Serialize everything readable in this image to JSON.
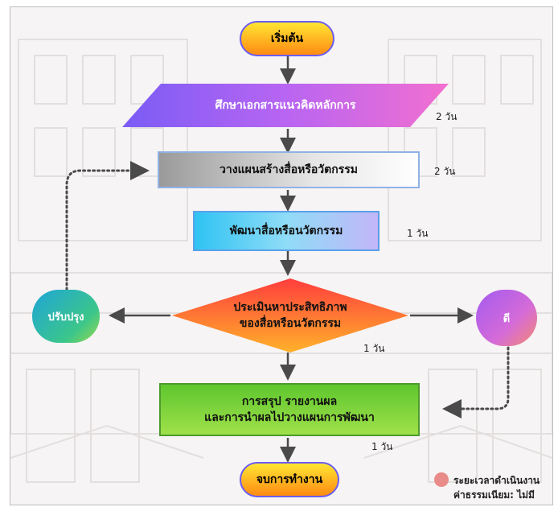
{
  "nodes": {
    "start": "เริ่มต้น",
    "study": "ศึกษาเอกสารแนวคิดหลักการ",
    "plan": "วางแผนสร้างสื่อหรือวัตกรรม",
    "develop": "พัฒนาสื่อหรือนวัตกรรม",
    "evaluate_line1": "ประเมินหาประสิทธิภาพ",
    "evaluate_line2": "ของสื่อหรือนวัตกรรม",
    "improve": "ปรับปรุง",
    "good": "ดี",
    "summary_line1": "การสรุป รายงานผล",
    "summary_line2": "และการนำผลไปวางแผนการพัฒนา",
    "end": "จบการทำงาน"
  },
  "durations": {
    "study": "2 วัน",
    "plan": "2 วัน",
    "develop": "1 วัน",
    "evaluate": "1 วัน",
    "summary": "1 วัน"
  },
  "legend": {
    "line1": "ระยะเวลาดำเนินงาน",
    "line2": "ค่าธรรมเนียม: ไม่มี"
  },
  "colors": {
    "arrow": "#4a4a4a",
    "terminal_fill": "#ffb020",
    "legend_dot": "#e98b88"
  }
}
